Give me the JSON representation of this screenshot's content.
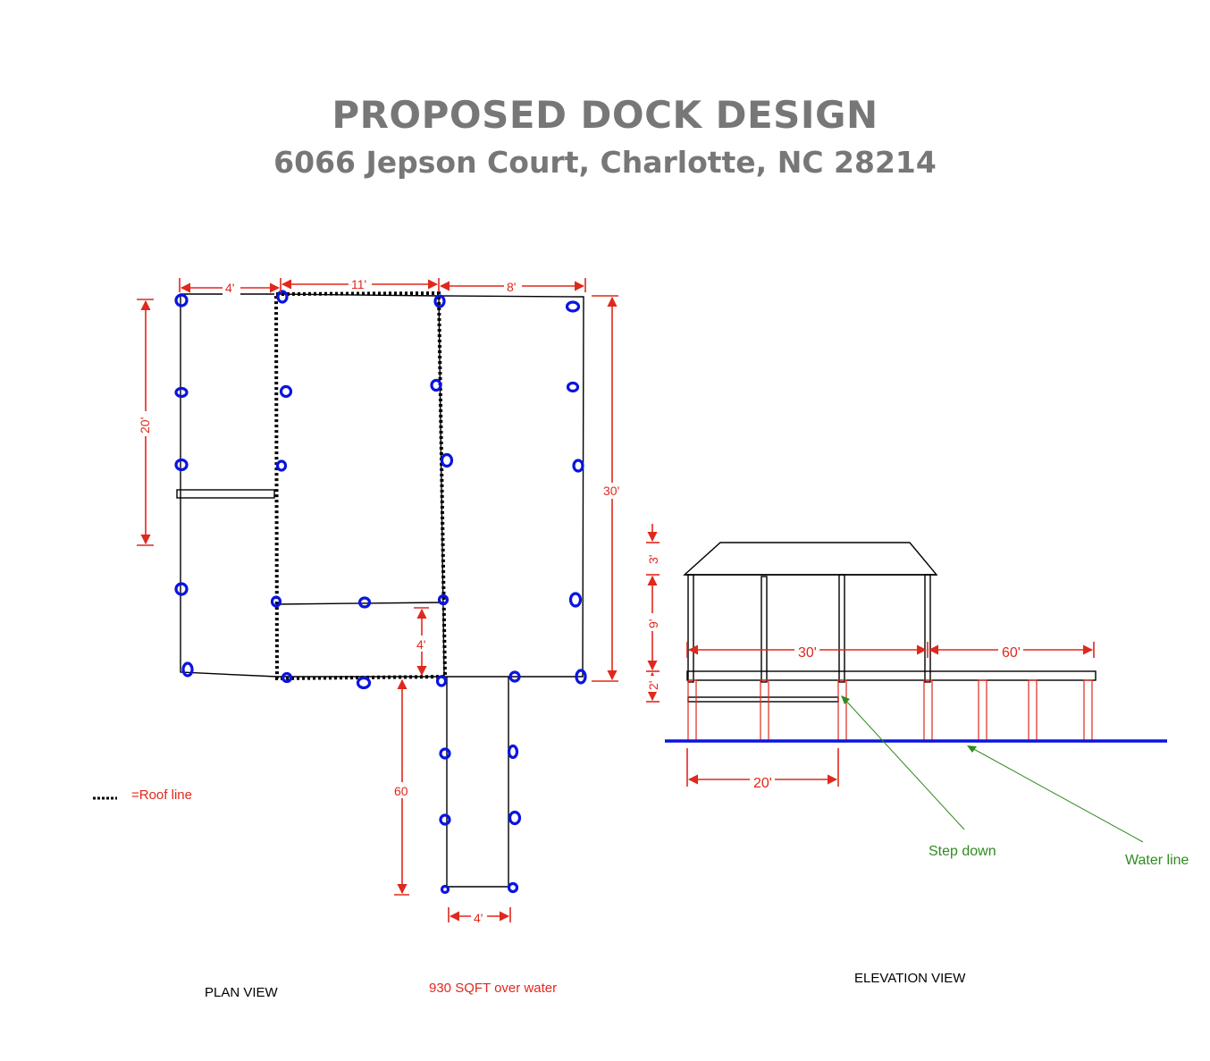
{
  "title": "PROPOSED DOCK DESIGN",
  "subtitle": "6066 Jepson Court, Charlotte, NC 28214",
  "plan_view": {
    "label": "PLAN VIEW",
    "area_note": "930 SQFT over water",
    "legend_text": "=Roof line",
    "dims": {
      "left_width": "4'",
      "middle_width": "11'",
      "right_width": "8'",
      "left_depth": "20'",
      "right_depth": "30'",
      "step": "4'",
      "walkway_length": "60",
      "walkway_width": "4'"
    }
  },
  "elevation_view": {
    "label": "ELEVATION VIEW",
    "dims": {
      "roof_height": "3'",
      "wall_height": "9'",
      "deck_height": "2'",
      "dock_length": "30'",
      "walkway_length": "60'",
      "step_length": "20'"
    },
    "step_note": "Step down",
    "water_note": "Water line"
  },
  "colors": {
    "piling": "#0a14e0",
    "dimension": "#e0281c",
    "note": "#2e8b1e",
    "water": "#0a14e0",
    "title": "#777777"
  }
}
